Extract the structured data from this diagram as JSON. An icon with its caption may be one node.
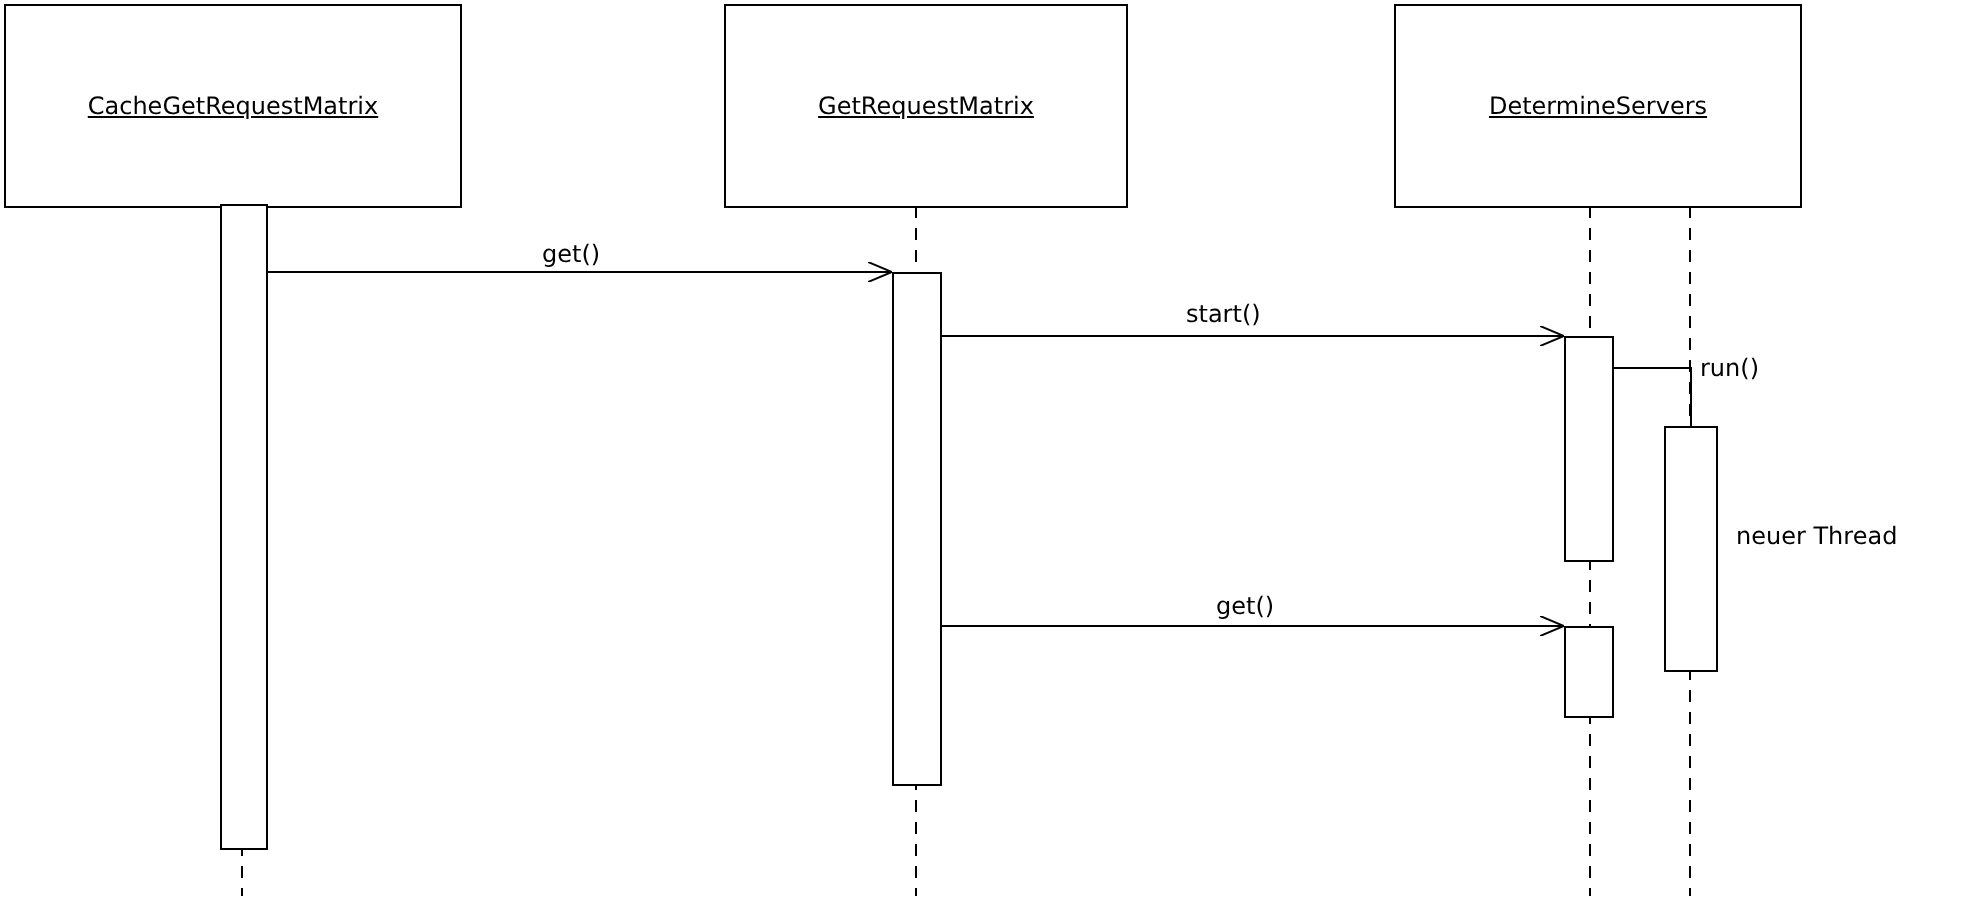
{
  "diagram": {
    "nodes": [
      {
        "text": [
          "CacheGetRequestMatrix"
        ]
      },
      {
        "text": [
          "GetRequestMatrix"
        ]
      },
      {
        "text": [
          "DetermineServers"
        ]
      },
      {
        "text": [],
        "shape": "bar"
      },
      {
        "text": [],
        "shape": "bar"
      },
      {
        "text": [],
        "shape": "bar"
      },
      {
        "text": [],
        "shape": "bar",
        "beside": [
          "neuer Thread"
        ]
      },
      {
        "text": [],
        "shape": "bar"
      }
    ],
    "edges": [
      {
        "from": 3,
        "to": 4,
        "arrow": "to",
        "label": "get()"
      },
      {
        "from": 4,
        "to": 5,
        "arrow": "to",
        "label": "start()"
      },
      {
        "from": 5,
        "to": 6,
        "arrow": "none",
        "label": "run()"
      },
      {
        "from": 4,
        "to": 7,
        "arrow": "to",
        "label": "get()"
      }
    ]
  }
}
